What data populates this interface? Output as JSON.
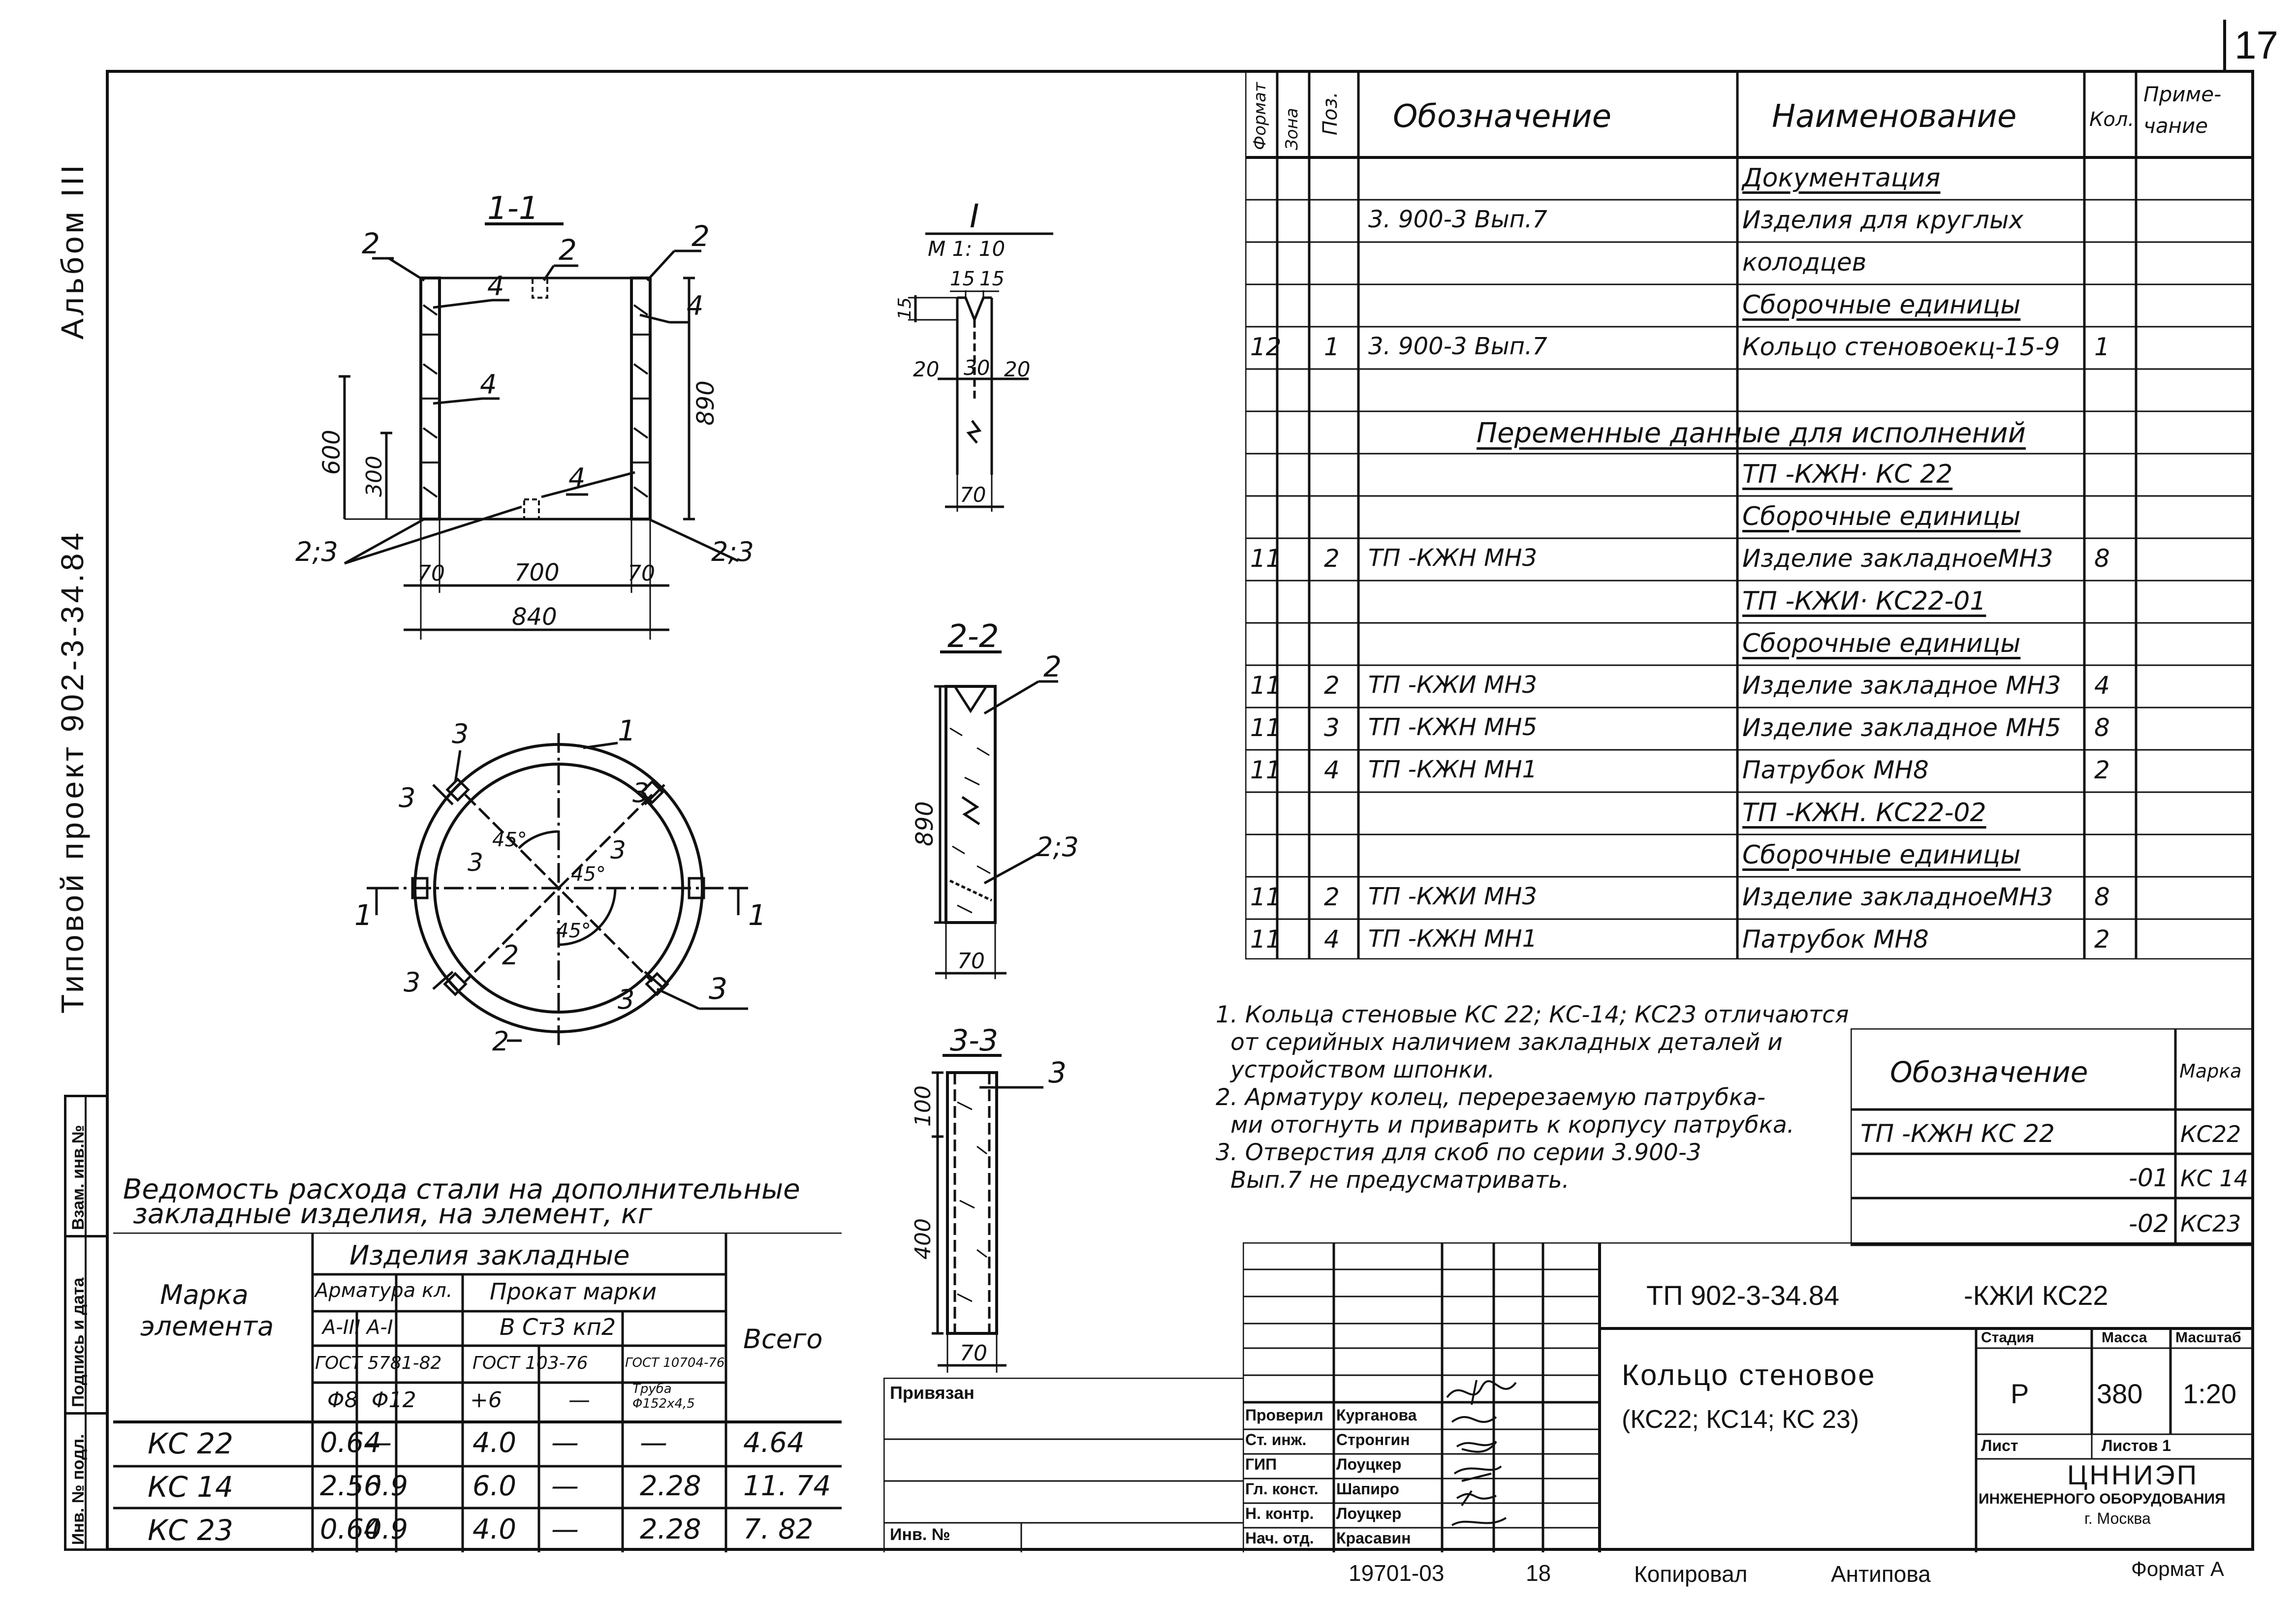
{
  "sheet": {
    "page_number": "17",
    "album": "Альбом III",
    "project": "Типовой проект 902-3-34.84",
    "side_labels": [
      "Инв. № подл.",
      "Подпись и дата",
      "Взам. инв.№"
    ]
  },
  "views": {
    "section11": {
      "title": "1-1",
      "labels": [
        "2",
        "2",
        "2",
        "4",
        "4",
        "4",
        "4",
        "2;3",
        "2;3"
      ],
      "dims": [
        "600",
        "300",
        "890",
        "70",
        "700",
        "70",
        "840"
      ]
    },
    "detailI": {
      "title": "I",
      "scale": "М 1: 10",
      "dims": [
        "15",
        "15",
        "15",
        "20",
        "30",
        "20",
        "70"
      ]
    },
    "section22": {
      "title": "2-2",
      "labels": [
        "2",
        "2;3"
      ],
      "dims": [
        "890",
        "70"
      ]
    },
    "plan": {
      "labels": [
        "1",
        "3",
        "3",
        "3",
        "3",
        "3",
        "3",
        "3",
        "3",
        "2",
        "2",
        "1",
        "1"
      ],
      "angles": [
        "45°",
        "45°",
        "45°"
      ]
    },
    "section33": {
      "title": "3-3",
      "labels": [
        "3"
      ],
      "dims": [
        "100",
        "400",
        "70"
      ]
    }
  },
  "spec_table": {
    "headers": [
      "Формат",
      "Зона",
      "Поз.",
      "Обозначение",
      "Наименование",
      "Кол.",
      "Приме-чание"
    ],
    "rows": [
      {
        "f": "",
        "z": "",
        "p": "",
        "des": "",
        "name": "Документация",
        "q": "",
        "ul": true
      },
      {
        "f": "",
        "z": "",
        "p": "",
        "des": "3. 900-3   Вып.7",
        "name": "Изделия для   круглых",
        "q": ""
      },
      {
        "f": "",
        "z": "",
        "p": "",
        "des": "",
        "name": "колодцев",
        "q": ""
      },
      {
        "f": "",
        "z": "",
        "p": "",
        "des": "",
        "name": "Сборочные  единицы",
        "q": "",
        "ul": true
      },
      {
        "f": "12",
        "z": "",
        "p": "1",
        "des": "3. 900-3   Вып.7",
        "name": "Кольцо стеновоекц-15-9",
        "q": "1"
      },
      {
        "f": "",
        "z": "",
        "p": "",
        "des": "",
        "name": "",
        "q": ""
      },
      {
        "f": "",
        "z": "",
        "p": "",
        "des": "Переменные данные для исполнений",
        "name": "",
        "q": "",
        "span": true
      },
      {
        "f": "",
        "z": "",
        "p": "",
        "des": "",
        "name": "ТП            -КЖН·  КС 22",
        "q": "",
        "ul": true
      },
      {
        "f": "",
        "z": "",
        "p": "",
        "des": "",
        "name": "Сборочные  единицы",
        "q": "",
        "ul": true
      },
      {
        "f": "11",
        "z": "",
        "p": "2",
        "des": "ТП                 -КЖН   МН3",
        "name": "Изделие закладноеМН3",
        "q": "8"
      },
      {
        "f": "",
        "z": "",
        "p": "",
        "des": "",
        "name": "ТП             -КЖИ·  КС22-01",
        "q": "",
        "ul": true
      },
      {
        "f": "",
        "z": "",
        "p": "",
        "des": "",
        "name": "Сборочные  единицы",
        "q": "",
        "ul": true
      },
      {
        "f": "11",
        "z": "",
        "p": "2",
        "des": "ТП                 -КЖИ   МН3",
        "name": "Изделие закладное МН3",
        "q": "4"
      },
      {
        "f": "11",
        "z": "",
        "p": "3",
        "des": "ТП                 -КЖН     МН5",
        "name": "Изделие закладное  МН5",
        "q": "8"
      },
      {
        "f": "11",
        "z": "",
        "p": "4",
        "des": "ТП                 -КЖН     МН1",
        "name": "Патрубок           МН8",
        "q": "2"
      },
      {
        "f": "",
        "z": "",
        "p": "",
        "des": "",
        "name": "ТП          -КЖН. КС22-02",
        "q": "",
        "ul": true
      },
      {
        "f": "",
        "z": "",
        "p": "",
        "des": "",
        "name": "Сборочные  единицы",
        "q": "",
        "ul": true
      },
      {
        "f": "11",
        "z": "",
        "p": "2",
        "des": "ТП                 -КЖИ     МН3",
        "name": "Изделие закладноеМН3",
        "q": "8"
      },
      {
        "f": "11",
        "z": "",
        "p": "4",
        "des": "ТП                 -КЖН     МН1",
        "name": "Патрубок            МН8",
        "q": "2"
      }
    ]
  },
  "notes": [
    "1. Кольца стеновые  КС 22; КС-14; КС23 отличаются",
    "от серийных наличием закладных деталей и",
    "устройством  шпонки.",
    "2. Арматуру колец, перерезаемую патрубка-",
    "ми отогнуть и приварить к корпусу патрубка.",
    "3. Отверстия  для скоб по серии 3.900-3",
    "Вып.7  не  предусматривать."
  ],
  "marks_table": {
    "header_des": "Обозначение",
    "header_mark": "Марка",
    "rows": [
      {
        "des": "ТП           -КЖН  КС 22",
        "mark": "КС22"
      },
      {
        "des": "-01",
        "mark": "КС 14"
      },
      {
        "des": "-02",
        "mark": "КС23"
      }
    ]
  },
  "steel_table": {
    "title1": "Ведомость расхода стали на дополнительные",
    "title2": "закладные  изделия, на элемент, кг",
    "col_mark": "Марка элемента",
    "group": "Изделия    закладные",
    "arm": "Арматура кл.",
    "prokat": "Прокат  марки",
    "steel": "В Ст3  кп2",
    "total": "Всего",
    "cls": [
      "А-III",
      "А-I"
    ],
    "gosts": [
      "ГОСТ 5781-82",
      "ГОСТ 103-76",
      "ГОСТ 10704-76"
    ],
    "sizes": [
      "Φ8",
      "Φ12",
      "+6",
      "—",
      "Труба Φ152х4,5"
    ],
    "rows": [
      {
        "mark": "КС 22",
        "v": [
          "0.64",
          "—",
          "4.0",
          "—",
          "—",
          "4.64"
        ]
      },
      {
        "mark": "КС 14",
        "v": [
          "2.56",
          "0.9",
          "6.0",
          "—",
          "2.28",
          "11. 74"
        ]
      },
      {
        "mark": "КС 23",
        "v": [
          "0.64",
          "0.9",
          "4.0",
          "—",
          "2.28",
          "7. 82"
        ]
      }
    ]
  },
  "privyazan": {
    "label": "Привязан",
    "inv": "Инв. №"
  },
  "title_block": {
    "code": "ТП  902-3-34.84",
    "code_suffix": "-КЖИ    КС22",
    "name1": "Кольцо стеновое",
    "name2": "(КС22; КС14;  КС 23)",
    "stage_h": "Стадия",
    "mass_h": "Масса",
    "scale_h": "Масштаб",
    "stage": "Р",
    "mass": "380",
    "scale": "1:20",
    "sheet": "Лист",
    "sheets": "Листов 1",
    "org1": "ЦННИЭП",
    "org2": "инженерного оборудования",
    "org3": "г. Москва",
    "roles": [
      {
        "role": "Проверил",
        "name": "Курганова"
      },
      {
        "role": "Ст. инж.",
        "name": "Стронгин"
      },
      {
        "role": "ГИП",
        "name": "Лоуцкер"
      },
      {
        "role": "Гл. конст.",
        "name": "Шапиро"
      },
      {
        "role": "Н. контр.",
        "name": "Лоуцкер"
      },
      {
        "role": "Нач. отд.",
        "name": "Красавин"
      }
    ]
  },
  "footer": {
    "num": "19701-03",
    "num2": "18",
    "copied": "Копировал",
    "copier": "Антипова",
    "format": "Формат А"
  },
  "colors": {
    "ink": "#111111",
    "paper": "#ffffff"
  }
}
